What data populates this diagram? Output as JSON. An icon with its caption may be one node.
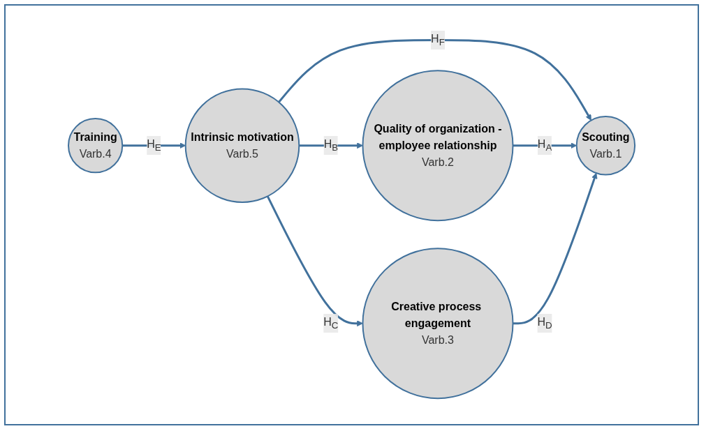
{
  "diagram": {
    "nodes": [
      {
        "text": [
          "Training",
          "Varb.4"
        ]
      },
      {
        "text": [
          "Intrinsic motivation",
          "Varb.5"
        ]
      },
      {
        "text": [
          "Quality of organization -employee relationship",
          "Varb.2"
        ]
      },
      {
        "text": [
          "Creative process engagement",
          "Varb.3"
        ]
      },
      {
        "text": [
          "Scouting",
          "Varb.1"
        ]
      }
    ],
    "edges": [
      {
        "from": 0,
        "to": 1,
        "arrow": "to",
        "label": "H$_{E}$"
      },
      {
        "from": 1,
        "to": 2,
        "arrow": "to",
        "label": "H$_{B}$"
      },
      {
        "from": 1,
        "to": 3,
        "arrow": "to",
        "label": "H$_{C}$"
      },
      {
        "from": 1,
        "to": 4,
        "arrow": "to",
        "label": "H$_{F}$"
      },
      {
        "from": 2,
        "to": 4,
        "arrow": "to",
        "label": "H$_{A}$"
      },
      {
        "from": 3,
        "to": 4,
        "arrow": "to",
        "label": "H$_{D}$"
      }
    ]
  }
}
